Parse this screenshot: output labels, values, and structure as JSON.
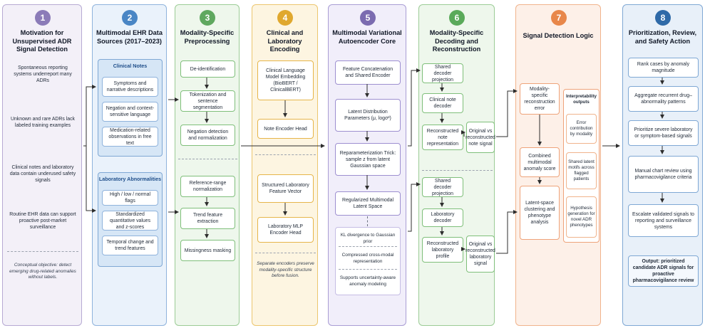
{
  "stages": [
    {
      "num": "1",
      "title": "Motivation for Unsupervised ADR Signal Detection"
    },
    {
      "num": "2",
      "title": "Multimodal EHR Data Sources (2017–2023)"
    },
    {
      "num": "3",
      "title": "Modality-Specific Preprocessing"
    },
    {
      "num": "4",
      "title": "Clinical and Laboratory Encoding"
    },
    {
      "num": "5",
      "title": "Multimodal Variational Autoencoder Core"
    },
    {
      "num": "6",
      "title": "Modality-Specific Decoding and Reconstruction"
    },
    {
      "num": "7",
      "title": "Signal Detection Logic"
    },
    {
      "num": "8",
      "title": "Prioritization, Review, and Safety Action"
    }
  ],
  "motivation": {
    "points": [
      "Spontaneous reporting systems underreport many ADRs",
      "Unknown and rare ADRs lack labeled training examples",
      "Clinical notes and laboratory data contain underused safety signals",
      "Routine EHR data can support proactive post-market surveillance"
    ],
    "objective": "Conceptual objective: detect emerging drug-related anomalies without labels."
  },
  "sources": {
    "clinical_notes": {
      "title": "Clinical Notes",
      "items": [
        "Symptoms and narrative descriptions",
        "Negation and context-sensitive language",
        "Medication-related observations in free text"
      ]
    },
    "lab": {
      "title": "Laboratory Abnormalities",
      "items": [
        "High / low / normal flags",
        "Standardized quantitative values and z-scores",
        "Temporal change and trend features"
      ]
    }
  },
  "preprocessing": {
    "notes": [
      "De-identification",
      "Tokenization and sentence segmentation",
      "Negation detection and normalization"
    ],
    "lab": [
      "Reference-range normalization",
      "Trend feature extraction",
      "Missingness masking"
    ]
  },
  "encoding": {
    "clinical_lm": "Clinical Language Model Embedding (BioBERT / ClinicalBERT)",
    "note_head": "Note Encoder Head",
    "lab_vector": "Structured Laboratory Feature Vector",
    "lab_head": "Laboratory MLP Encoder Head",
    "note": "Separate encoders preserve modality-specific structure before fusion."
  },
  "vae": {
    "concat": "Feature Concatenation and Shared Encoder",
    "latent_params": "Latent Distribution Parameters (μ, logσ²)",
    "reparam": "Reparameterization Trick: sample z from latent Gaussian space",
    "regularized": "Regularized Multimodal Latent Space",
    "kl": "KL divergence to Gaussian prior",
    "compressed": "Compressed cross-modal representation",
    "uncertainty": "Supports uncertainty-aware anomaly modeling"
  },
  "decoding": {
    "shared_proj_1": "Shared decoder projection",
    "note_decoder": "Clinical note decoder",
    "reconstructed_note": "Reconstructed note representation",
    "note_compare": "Original vs reconstructed note signal",
    "shared_proj_2": "Shared decoder projection",
    "lab_decoder": "Laboratory decoder",
    "reconstructed_lab": "Reconstructed laboratory profile",
    "lab_compare": "Original vs reconstructed laboratory signal"
  },
  "detection": {
    "recon_error": "Modality-specific reconstruction error",
    "combined": "Combined multimodal anomaly score",
    "clustering": "Latent-space clustering and phenotype analysis",
    "interp_title": "Interpretability outputs",
    "interp_items": [
      "Error contribution by modality",
      "Shared latent motifs across flagged patients",
      "Hypothesis generation for novel ADR phenotypes"
    ]
  },
  "prioritization": {
    "steps": [
      "Rank cases by anomaly magnitude",
      "Aggregate recurrent drug–abnormality patterns",
      "Prioritize severe laboratory or symptom-based signals",
      "Manual chart review using pharmacovigilance criteria",
      "Escalate validated signals to reporting and surveillance systems"
    ],
    "output": "Output: prioritized candidate ADR signals for proactive pharmacovigilance review"
  },
  "colors": {
    "c1": "#8b7bb8",
    "c2": "#4a86c5",
    "c3": "#5fa85f",
    "c4": "#e0a82e",
    "c5": "#7b6bb0",
    "c6": "#5aaa5a",
    "c7": "#e8874a",
    "c8": "#2f6aa8",
    "arrow": "#2d2d2d"
  }
}
